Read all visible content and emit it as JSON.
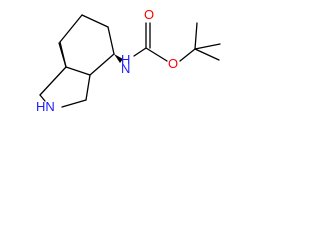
{
  "molecule": {
    "atoms": {
      "n_ring": {
        "label": "HN",
        "color": "#1a1aff"
      },
      "n_amide": {
        "label": "N",
        "color": "#1a1aff"
      },
      "h_amide": {
        "label": "H",
        "color": "#1a1aff"
      },
      "o_carbonyl": {
        "label": "O",
        "color": "#ff0000"
      },
      "o_ester": {
        "label": "O",
        "color": "#ff0000"
      }
    },
    "stereo": {
      "wedge_color": "#000000"
    }
  }
}
